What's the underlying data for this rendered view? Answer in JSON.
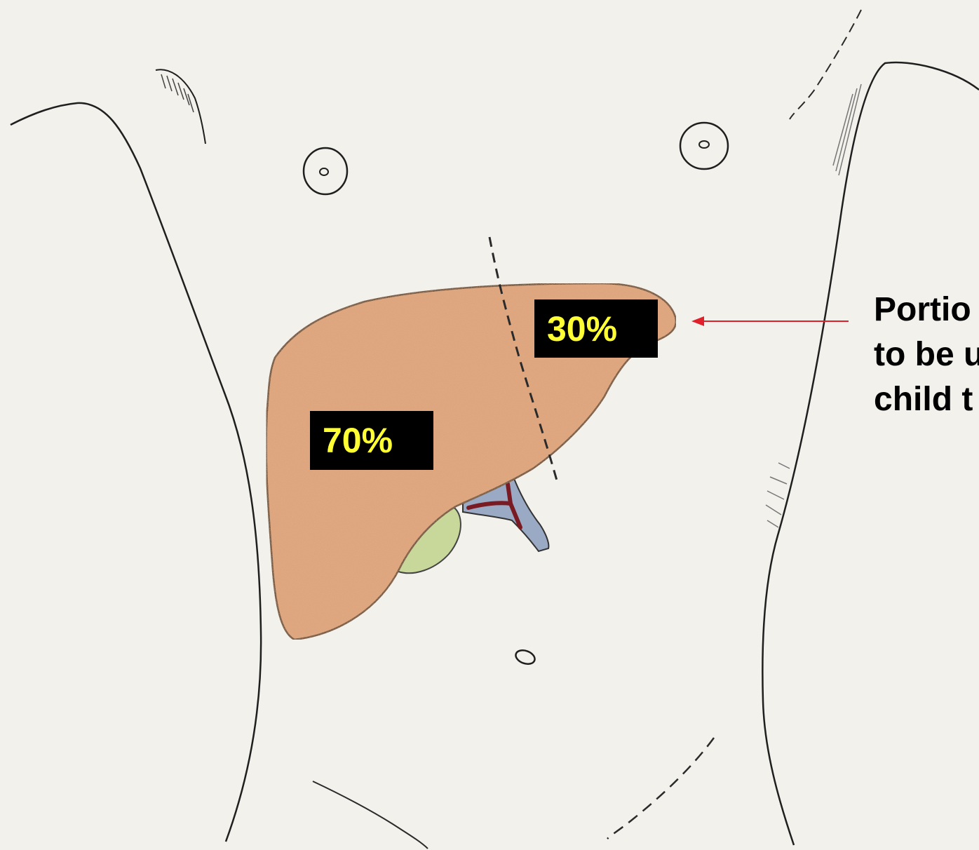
{
  "labels": {
    "right_lobe_percent": "30%",
    "left_lobe_percent": "70%"
  },
  "callout": {
    "lines": [
      "Portio",
      "to be u",
      "child t"
    ]
  },
  "colors": {
    "paper": "#f2f1ec",
    "liver": "#dba27c",
    "gallbladder": "#c7d89a",
    "vessel_blue": "#9aa9c4",
    "vessel_red": "#7a1a22",
    "label_box": "#000000",
    "label_text": "#ffff33",
    "arrow": "#e0202a"
  }
}
